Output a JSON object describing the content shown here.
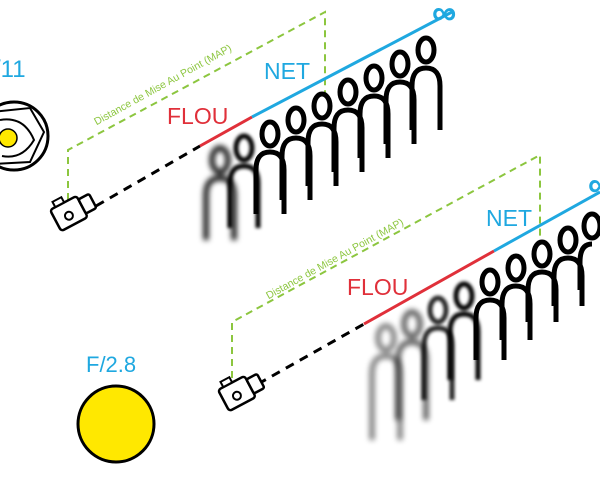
{
  "colors": {
    "net": "#1fa8e0",
    "flou": "#e0303a",
    "map": "#8cc63f",
    "aperture": "#1fa8e0",
    "iris": "#ffe800",
    "ink": "#000000"
  },
  "top_scene": {
    "aperture_label": "/11",
    "map_label": "Distance de Mise Au Point (MAP)",
    "flou_label": "FLOU",
    "net_label": "NET",
    "infinity_label": "∞"
  },
  "bottom_scene": {
    "aperture_label": "F/2.8",
    "map_label": "Distance de Mise Au Point (MAP)",
    "flou_label": "FLOU",
    "net_label": "NET",
    "infinity_label": "∞"
  }
}
